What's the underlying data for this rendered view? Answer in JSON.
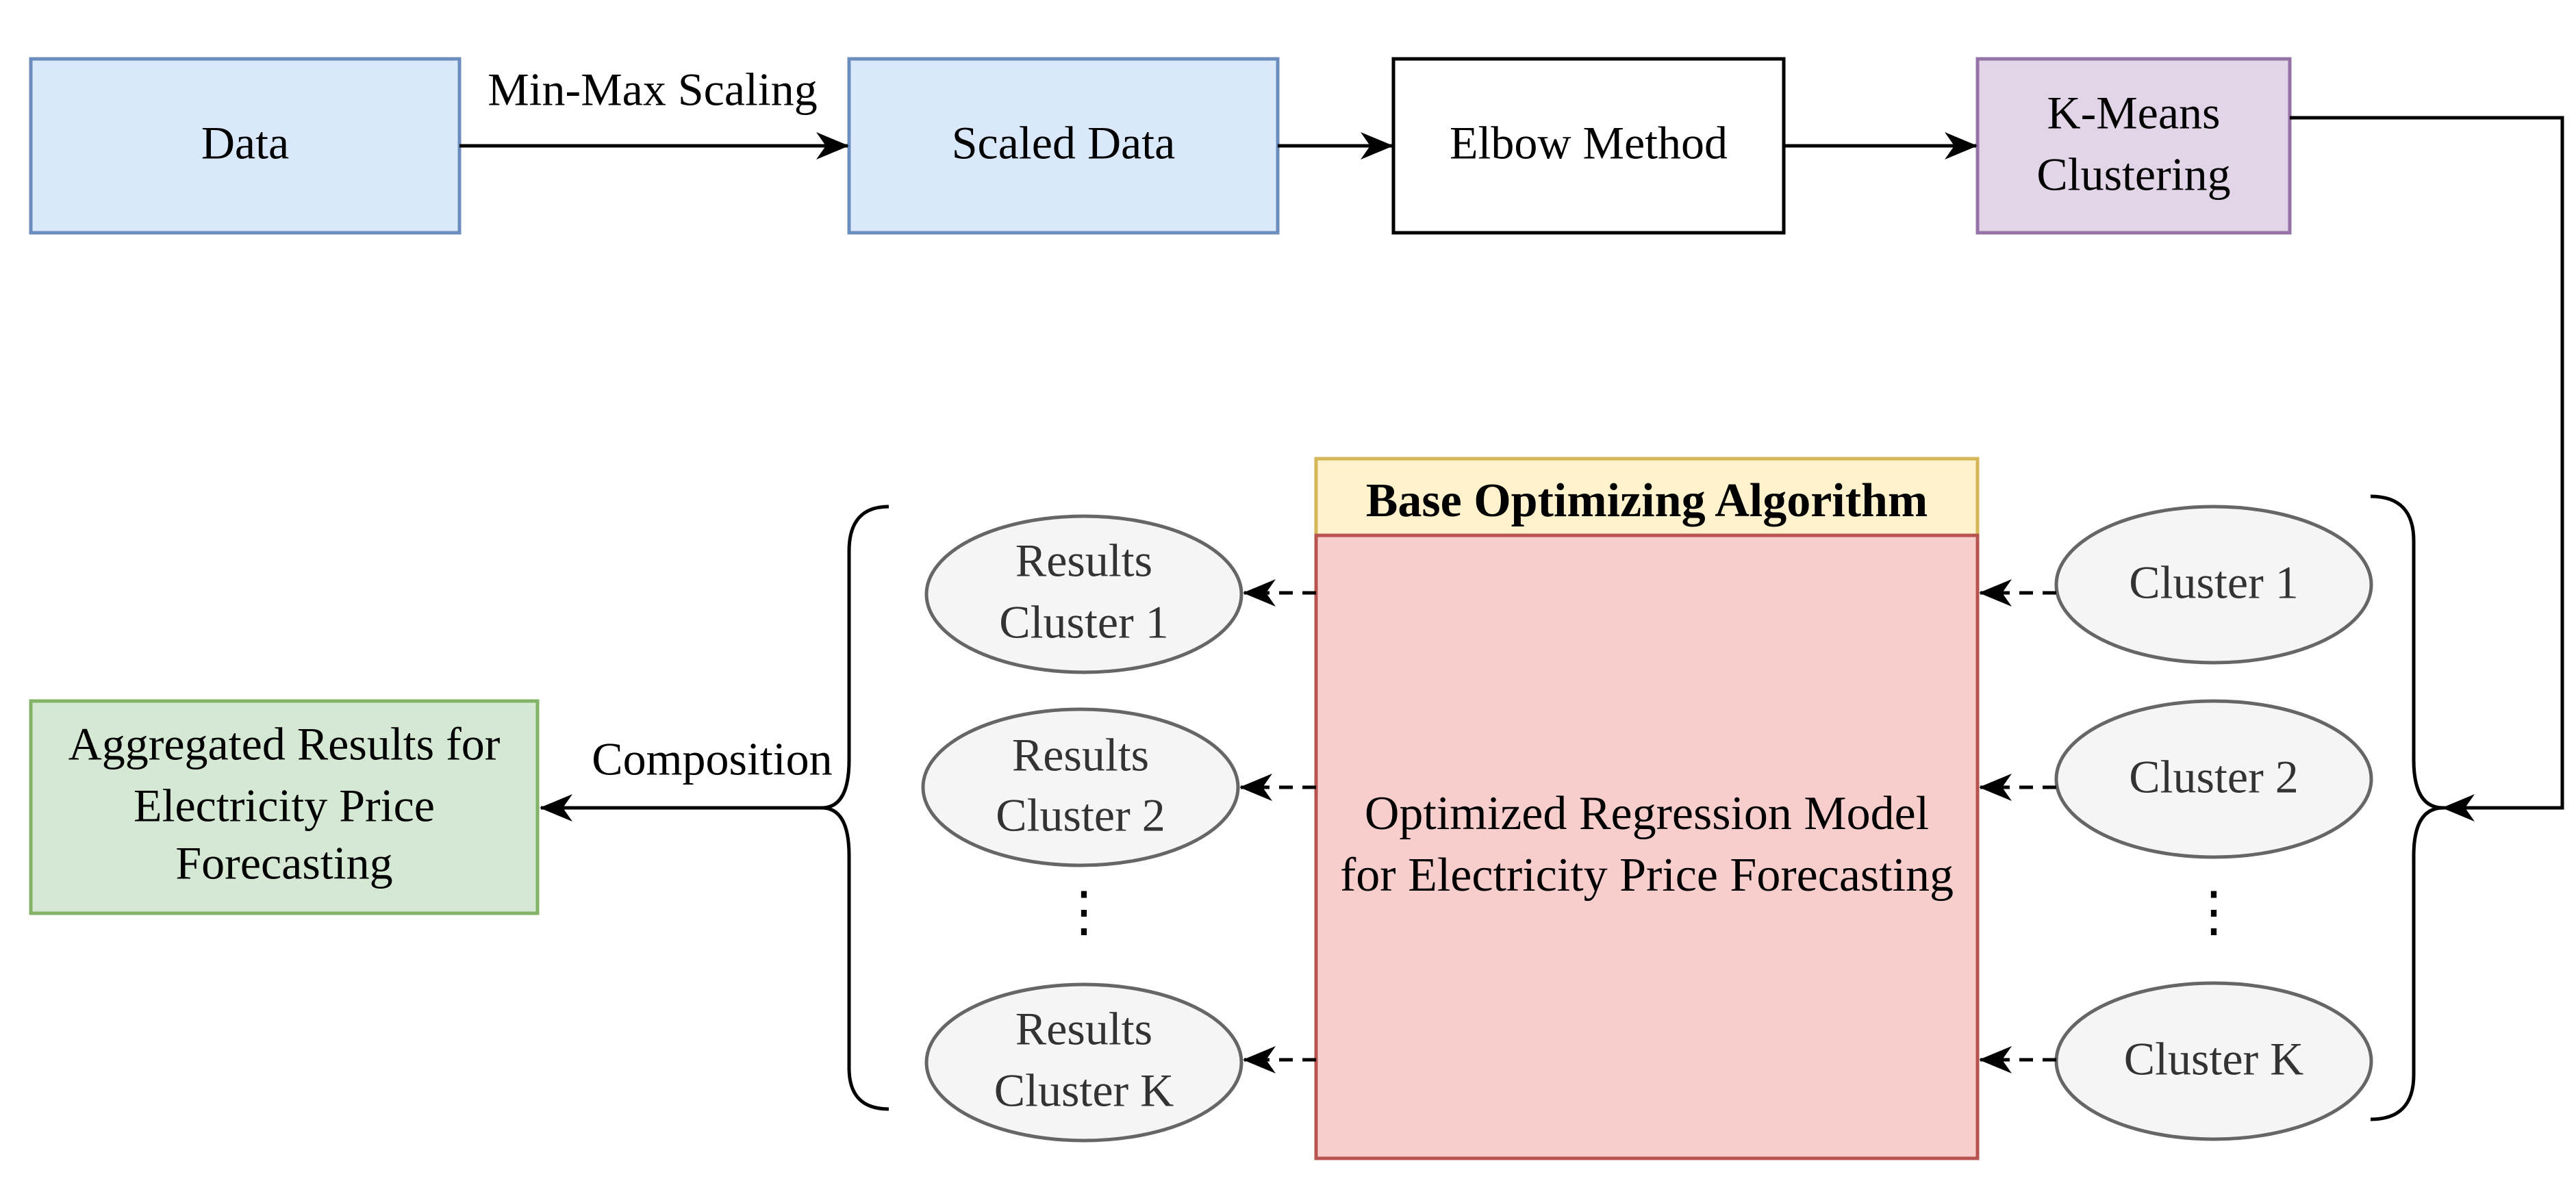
{
  "colors": {
    "blue_fill": "#dae8fc",
    "blue_stroke": "#6c8ebf",
    "purple_fill": "#e1d5e7",
    "purple_stroke": "#9673a6",
    "yellow_fill": "#fff2cc",
    "yellow_stroke": "#d6b656",
    "red_fill": "#f8cecc",
    "red_stroke": "#b85450",
    "green_fill": "#d5e8d4",
    "green_stroke": "#82b366",
    "grey_fill": "#f5f5f5",
    "grey_stroke": "#666666",
    "line": "#000000"
  },
  "pipeline": {
    "data": "Data",
    "scaling_label": "Min-Max Scaling",
    "scaled_data": "Scaled Data",
    "elbow": "Elbow Method",
    "kmeans_line1": "K-Means",
    "kmeans_line2": "Clustering"
  },
  "optimizer": {
    "header": "Base Optimizing Algorithm",
    "model_line1": "Optimized Regression Model",
    "model_line2": "for Electricity Price Forecasting"
  },
  "clusters": {
    "c1": "Cluster 1",
    "c2": "Cluster 2",
    "ck": "Cluster K",
    "dots": "⋮"
  },
  "results": {
    "r1_line1": "Results",
    "r1_line2": "Cluster 1",
    "r2_line1": "Results",
    "r2_line2": "Cluster 2",
    "rk_line1": "Results",
    "rk_line2": "Cluster K",
    "dots": "⋮"
  },
  "composition_label": "Composition",
  "aggregated": {
    "line1": "Aggregated Results for",
    "line2": "Electricity Price",
    "line3": "Forecasting"
  }
}
